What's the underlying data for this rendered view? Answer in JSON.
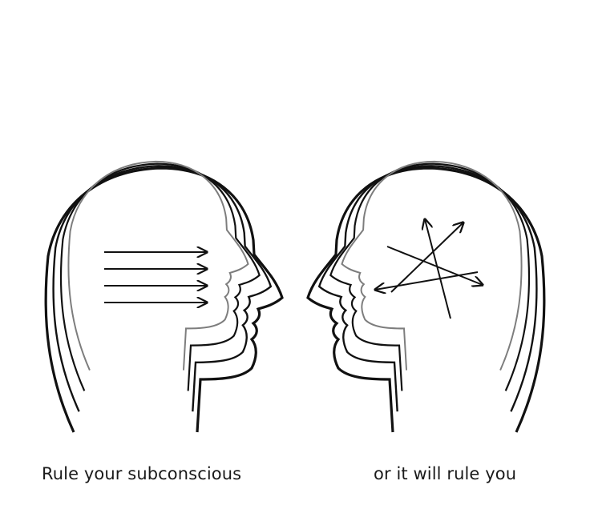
{
  "captions": {
    "left": "Rule your subconscious",
    "right": "or it will rule you"
  },
  "colors": {
    "background": "#ffffff",
    "outline_dark": "#111111",
    "outline_gray": "#7d7d7d",
    "text": "#1a1a1a"
  },
  "icons": {
    "left_head": "head-profile-facing-right",
    "right_head": "head-profile-facing-left",
    "orderly_thoughts": "parallel-arrows",
    "chaotic_thoughts": "crossed-arrows"
  }
}
